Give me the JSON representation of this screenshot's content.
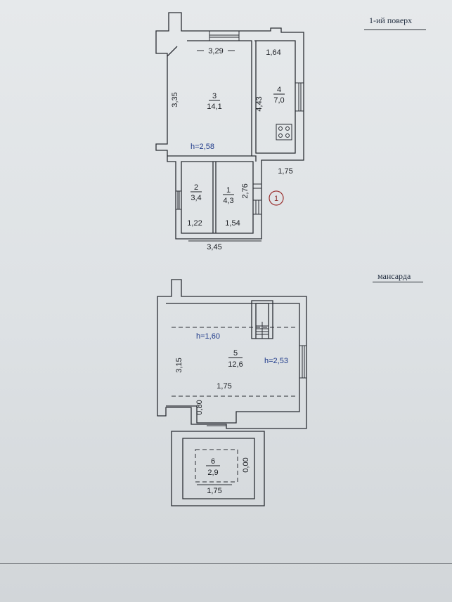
{
  "titles": {
    "floor": "1-ий поверх",
    "attic": "мансарда"
  },
  "rooms": [
    {
      "id": "room-3",
      "number": "3",
      "area": "14,1"
    },
    {
      "id": "room-4",
      "number": "4",
      "area": "7,0"
    },
    {
      "id": "room-2",
      "number": "2",
      "area": "3,4"
    },
    {
      "id": "room-1",
      "number": "1",
      "area": "4,3"
    },
    {
      "id": "room-5",
      "number": "5",
      "area": "12,6"
    },
    {
      "id": "room-6",
      "number": "6",
      "area": "2,9"
    }
  ],
  "dimensions": {
    "d329": "3,29",
    "d164": "1,64",
    "d335": "3,35",
    "d443": "4,43",
    "d175a": "1,75",
    "d276": "2,76",
    "d122": "1,22",
    "d154": "1,54",
    "d345": "3,45",
    "d315": "3,15",
    "d175b": "1,75",
    "d080": "0,80",
    "d000": "0,00",
    "d175c": "1,75"
  },
  "heights": {
    "h_floor": "h=2,58",
    "h_attic_low": "h=1,60",
    "h_attic_high": "h=2,53"
  },
  "marker": "1",
  "colors": {
    "wall": "#2a2d33",
    "heights": "#1e3a8a",
    "marker": "#9a3030"
  }
}
